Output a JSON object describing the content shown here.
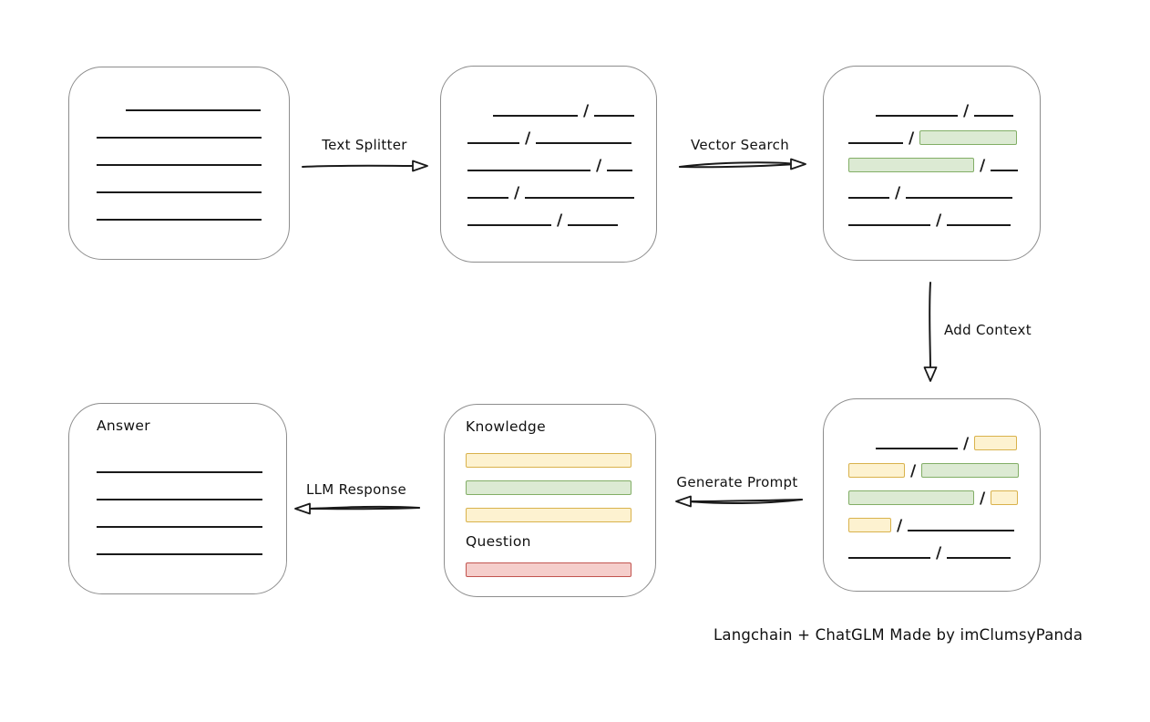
{
  "slash": "/",
  "arrows": {
    "text_splitter": "Text Splitter",
    "vector_search": "Vector Search",
    "add_context": "Add Context",
    "generate_prompt": "Generate Prompt",
    "llm_response": "LLM Response"
  },
  "caption": "Langchain + ChatGLM Made by imClumsyPanda",
  "colors": {
    "stroke": "#1a1a1a",
    "box_border": "#8d8d8d",
    "green_fill": "#dcead3",
    "green_border": "#82ae66",
    "yellow_fill": "#fdf2d0",
    "yellow_border": "#d9b24c",
    "red_fill": "#f5cecb",
    "red_border": "#c2544f"
  },
  "panels": {
    "document": {
      "rows": [
        {
          "h": 48,
          "segs": [
            {
              "k": "line",
              "w": 148,
              "ind": 32
            }
          ]
        },
        {
          "h": 30,
          "segs": [
            {
              "k": "line",
              "w": 181
            }
          ]
        },
        {
          "h": 30,
          "segs": [
            {
              "k": "line",
              "w": 181
            }
          ]
        },
        {
          "h": 30,
          "segs": [
            {
              "k": "line",
              "w": 181
            }
          ]
        },
        {
          "h": 30,
          "segs": [
            {
              "k": "line",
              "w": 181
            }
          ]
        }
      ]
    },
    "chunks": {
      "rows": [
        {
          "h": 55,
          "segs": [
            {
              "k": "line",
              "w": 93,
              "ind": 28
            },
            {
              "k": "slash"
            },
            {
              "k": "line",
              "w": 44
            }
          ]
        },
        {
          "h": 30,
          "segs": [
            {
              "k": "line",
              "w": 57
            },
            {
              "k": "slash"
            },
            {
              "k": "line",
              "w": 105
            }
          ]
        },
        {
          "h": 30,
          "segs": [
            {
              "k": "line",
              "w": 135
            },
            {
              "k": "slash"
            },
            {
              "k": "line",
              "w": 28
            }
          ]
        },
        {
          "h": 30,
          "segs": [
            {
              "k": "line",
              "w": 45
            },
            {
              "k": "slash"
            },
            {
              "k": "line",
              "w": 120
            }
          ]
        },
        {
          "h": 30,
          "segs": [
            {
              "k": "line",
              "w": 92
            },
            {
              "k": "slash"
            },
            {
              "k": "line",
              "w": 55
            }
          ]
        }
      ]
    },
    "search_results": {
      "rows": [
        {
          "h": 55,
          "segs": [
            {
              "k": "line",
              "w": 90,
              "ind": 30
            },
            {
              "k": "slash"
            },
            {
              "k": "line",
              "w": 43
            }
          ]
        },
        {
          "h": 30,
          "segs": [
            {
              "k": "line",
              "w": 60
            },
            {
              "k": "slash"
            },
            {
              "k": "bar",
              "c": "green",
              "w": 107
            }
          ]
        },
        {
          "h": 30,
          "segs": [
            {
              "k": "bar",
              "c": "green",
              "w": 138
            },
            {
              "k": "slash"
            },
            {
              "k": "line",
              "w": 30
            }
          ]
        },
        {
          "h": 30,
          "segs": [
            {
              "k": "line",
              "w": 45
            },
            {
              "k": "slash"
            },
            {
              "k": "line",
              "w": 117
            }
          ]
        },
        {
          "h": 30,
          "segs": [
            {
              "k": "line",
              "w": 90
            },
            {
              "k": "slash"
            },
            {
              "k": "line",
              "w": 70
            }
          ]
        }
      ]
    },
    "context": {
      "rows": [
        {
          "h": 55,
          "segs": [
            {
              "k": "line",
              "w": 90,
              "ind": 30
            },
            {
              "k": "slash"
            },
            {
              "k": "bar",
              "c": "yellow",
              "w": 47
            }
          ]
        },
        {
          "h": 30,
          "segs": [
            {
              "k": "bar",
              "c": "yellow",
              "w": 62
            },
            {
              "k": "slash"
            },
            {
              "k": "bar",
              "c": "green",
              "w": 107
            }
          ]
        },
        {
          "h": 30,
          "segs": [
            {
              "k": "bar",
              "c": "green",
              "w": 138
            },
            {
              "k": "slash"
            },
            {
              "k": "bar",
              "c": "yellow",
              "w": 30
            }
          ]
        },
        {
          "h": 30,
          "segs": [
            {
              "k": "bar",
              "c": "yellow",
              "w": 47
            },
            {
              "k": "slash"
            },
            {
              "k": "line",
              "w": 117
            }
          ]
        },
        {
          "h": 30,
          "segs": [
            {
              "k": "line",
              "w": 90
            },
            {
              "k": "slash"
            },
            {
              "k": "line",
              "w": 70
            }
          ]
        }
      ]
    },
    "prompt": {
      "rows": [
        {
          "h": 34,
          "segs": [
            {
              "k": "text",
              "v": "Knowledge"
            }
          ]
        },
        {
          "h": 34,
          "segs": [
            {
              "k": "bar",
              "c": "yellow",
              "w": 182
            }
          ]
        },
        {
          "h": 30,
          "segs": [
            {
              "k": "bar",
              "c": "green",
              "w": 182
            }
          ]
        },
        {
          "h": 30,
          "segs": [
            {
              "k": "bar",
              "c": "yellow",
              "w": 182
            }
          ]
        },
        {
          "h": 32,
          "segs": [
            {
              "k": "text",
              "v": "Question"
            }
          ]
        },
        {
          "h": 28,
          "segs": [
            {
              "k": "bar",
              "c": "red",
              "w": 182
            }
          ]
        }
      ]
    },
    "answer": {
      "rows": [
        {
          "h": 34,
          "segs": [
            {
              "k": "text",
              "v": "Answer"
            }
          ]
        },
        {
          "h": 42,
          "segs": [
            {
              "k": "line",
              "w": 182
            }
          ]
        },
        {
          "h": 30,
          "segs": [
            {
              "k": "line",
              "w": 182
            }
          ]
        },
        {
          "h": 30,
          "segs": [
            {
              "k": "line",
              "w": 182
            }
          ]
        },
        {
          "h": 30,
          "segs": [
            {
              "k": "line",
              "w": 182
            }
          ]
        }
      ]
    }
  }
}
